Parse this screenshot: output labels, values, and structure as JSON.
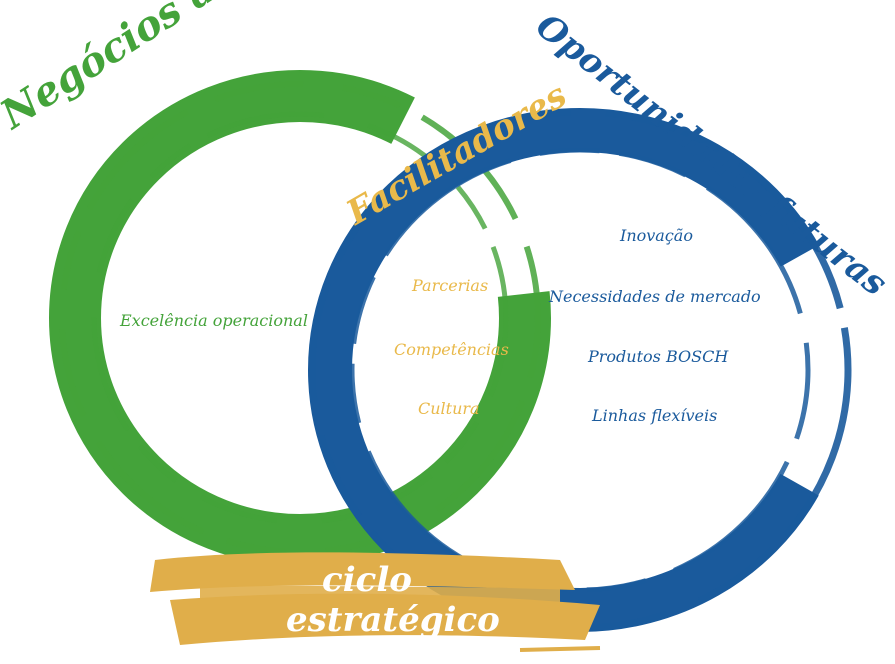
{
  "colors": {
    "green": "#44a33a",
    "blue": "#1a5a9c",
    "gold": "#e9b94a",
    "gold_brush": "#e0ae4a",
    "white": "#ffffff"
  },
  "titles": {
    "current_business": "Negócios atuais",
    "future_opportunities": "Oportunidades futuras",
    "enablers": "Facilitadores",
    "cycle_line1": "ciclo",
    "cycle_line2": "estratégico"
  },
  "current_business_items": [
    "Excelência operacional"
  ],
  "enabler_items": [
    "Parcerias",
    "Competências",
    "Cultura"
  ],
  "future_items": [
    "Inovação",
    "Necessidades de mercado",
    "Produtos BOSCH",
    "Linhas flexíveis"
  ]
}
